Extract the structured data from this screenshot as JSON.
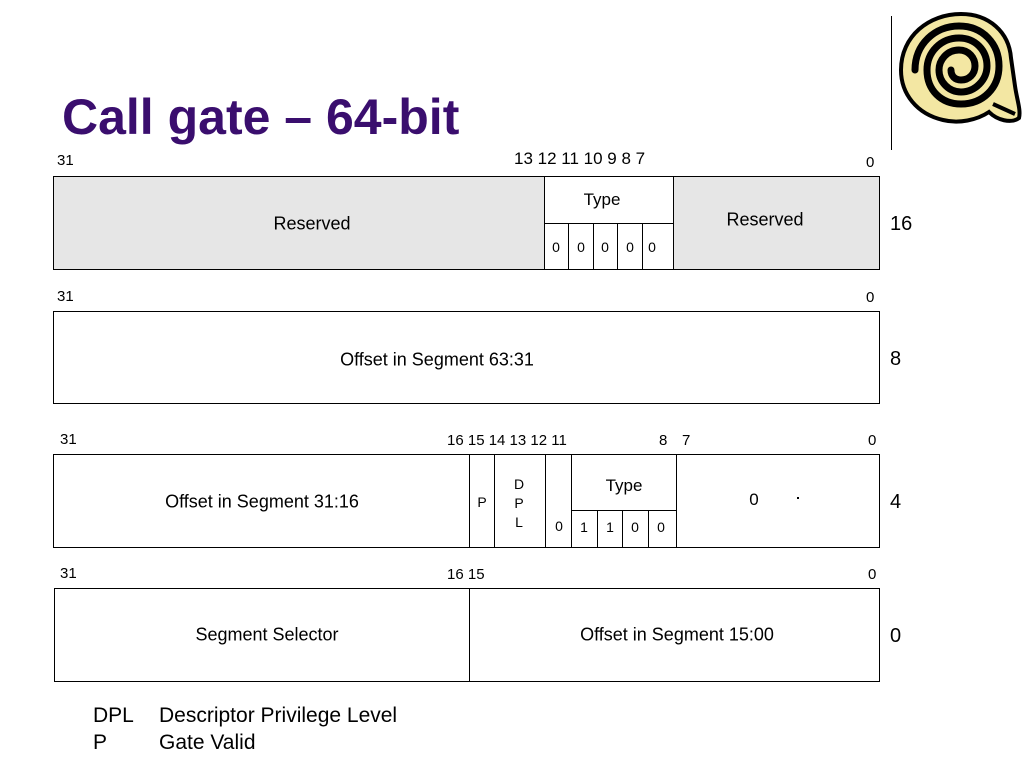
{
  "title": "Call gate – 64-bit",
  "rows": [
    {
      "offset": "16",
      "bits": {
        "b31": "31",
        "b13_7": "13 12 11 10 9  8  7",
        "b0": "0"
      },
      "reserved_left": "Reserved",
      "type_label": "Type",
      "type_bits": [
        "0",
        "0",
        "0",
        "0",
        "0"
      ],
      "reserved_right": "Reserved"
    },
    {
      "offset": "8",
      "bits": {
        "b31": "31",
        "b0": "0"
      },
      "field": "Offset in Segment 63:31"
    },
    {
      "offset": "4",
      "bits": {
        "b31": "31",
        "b16_11": "16 15 14 13 12 11",
        "b8": "8",
        "b7": "7",
        "b0": "0"
      },
      "field": "Offset in Segment 31:16",
      "p": "P",
      "dpl": [
        "D",
        "P",
        "L"
      ],
      "zero_bit": "0",
      "type_label": "Type",
      "type_bits": [
        "1",
        "1",
        "0",
        "0"
      ],
      "low": "0"
    },
    {
      "offset": "0",
      "bits": {
        "b31": "31",
        "b16_15": "16 15",
        "b0": "0"
      },
      "selector": "Segment Selector",
      "field": "Offset in Segment 15:00"
    }
  ],
  "legend": [
    {
      "abbr": "DPL",
      "desc": "Descriptor Privilege Level"
    },
    {
      "abbr": "P",
      "desc": "Gate Valid"
    }
  ]
}
